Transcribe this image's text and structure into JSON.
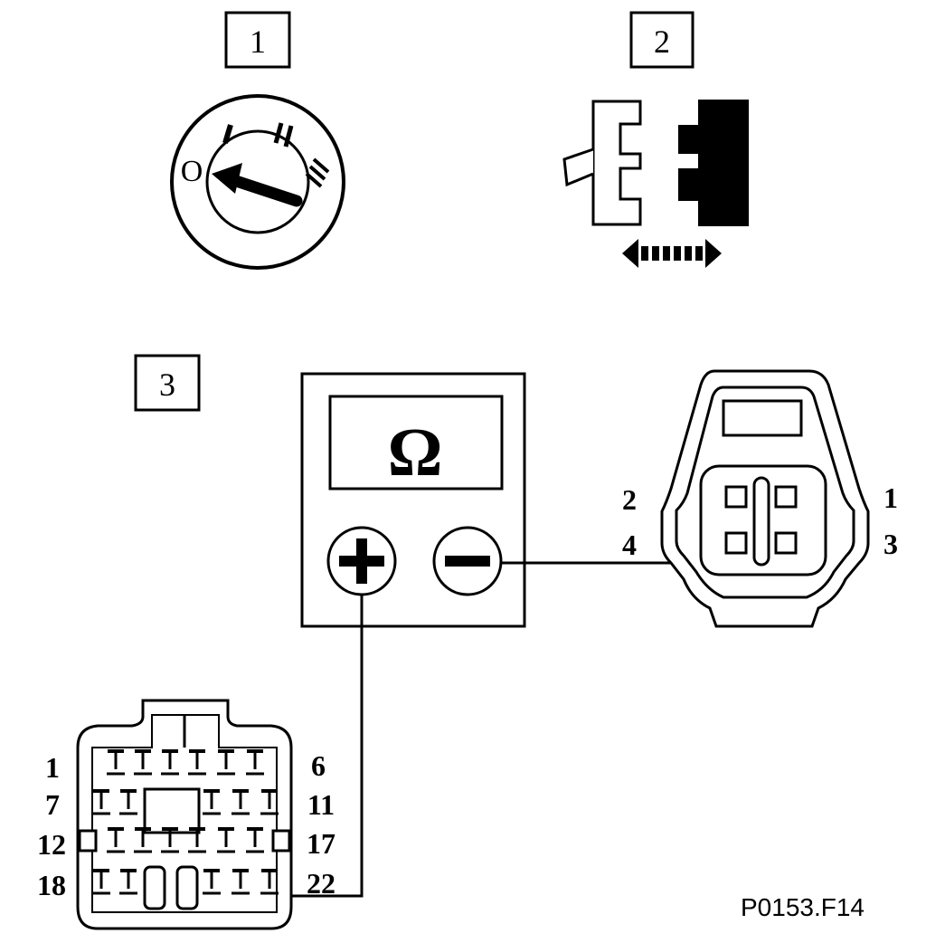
{
  "steps": [
    "1",
    "2",
    "3"
  ],
  "switch_marks": {
    "off": "O",
    "pos1": "I",
    "pos2": "II",
    "pos3": "III"
  },
  "meter": {
    "symbol": "Ω",
    "plus": "+",
    "minus": "−"
  },
  "sensor_pins": {
    "left_top": "2",
    "left_bottom": "4",
    "right_top": "1",
    "right_bottom": "3"
  },
  "ecu_pins": {
    "row1_left": "1",
    "row1_right": "6",
    "row2_left": "7",
    "row2_right": "11",
    "row3_left": "12",
    "row3_right": "17",
    "row4_left": "18",
    "row4_right": "22"
  },
  "figure_code": "P0153.F14"
}
